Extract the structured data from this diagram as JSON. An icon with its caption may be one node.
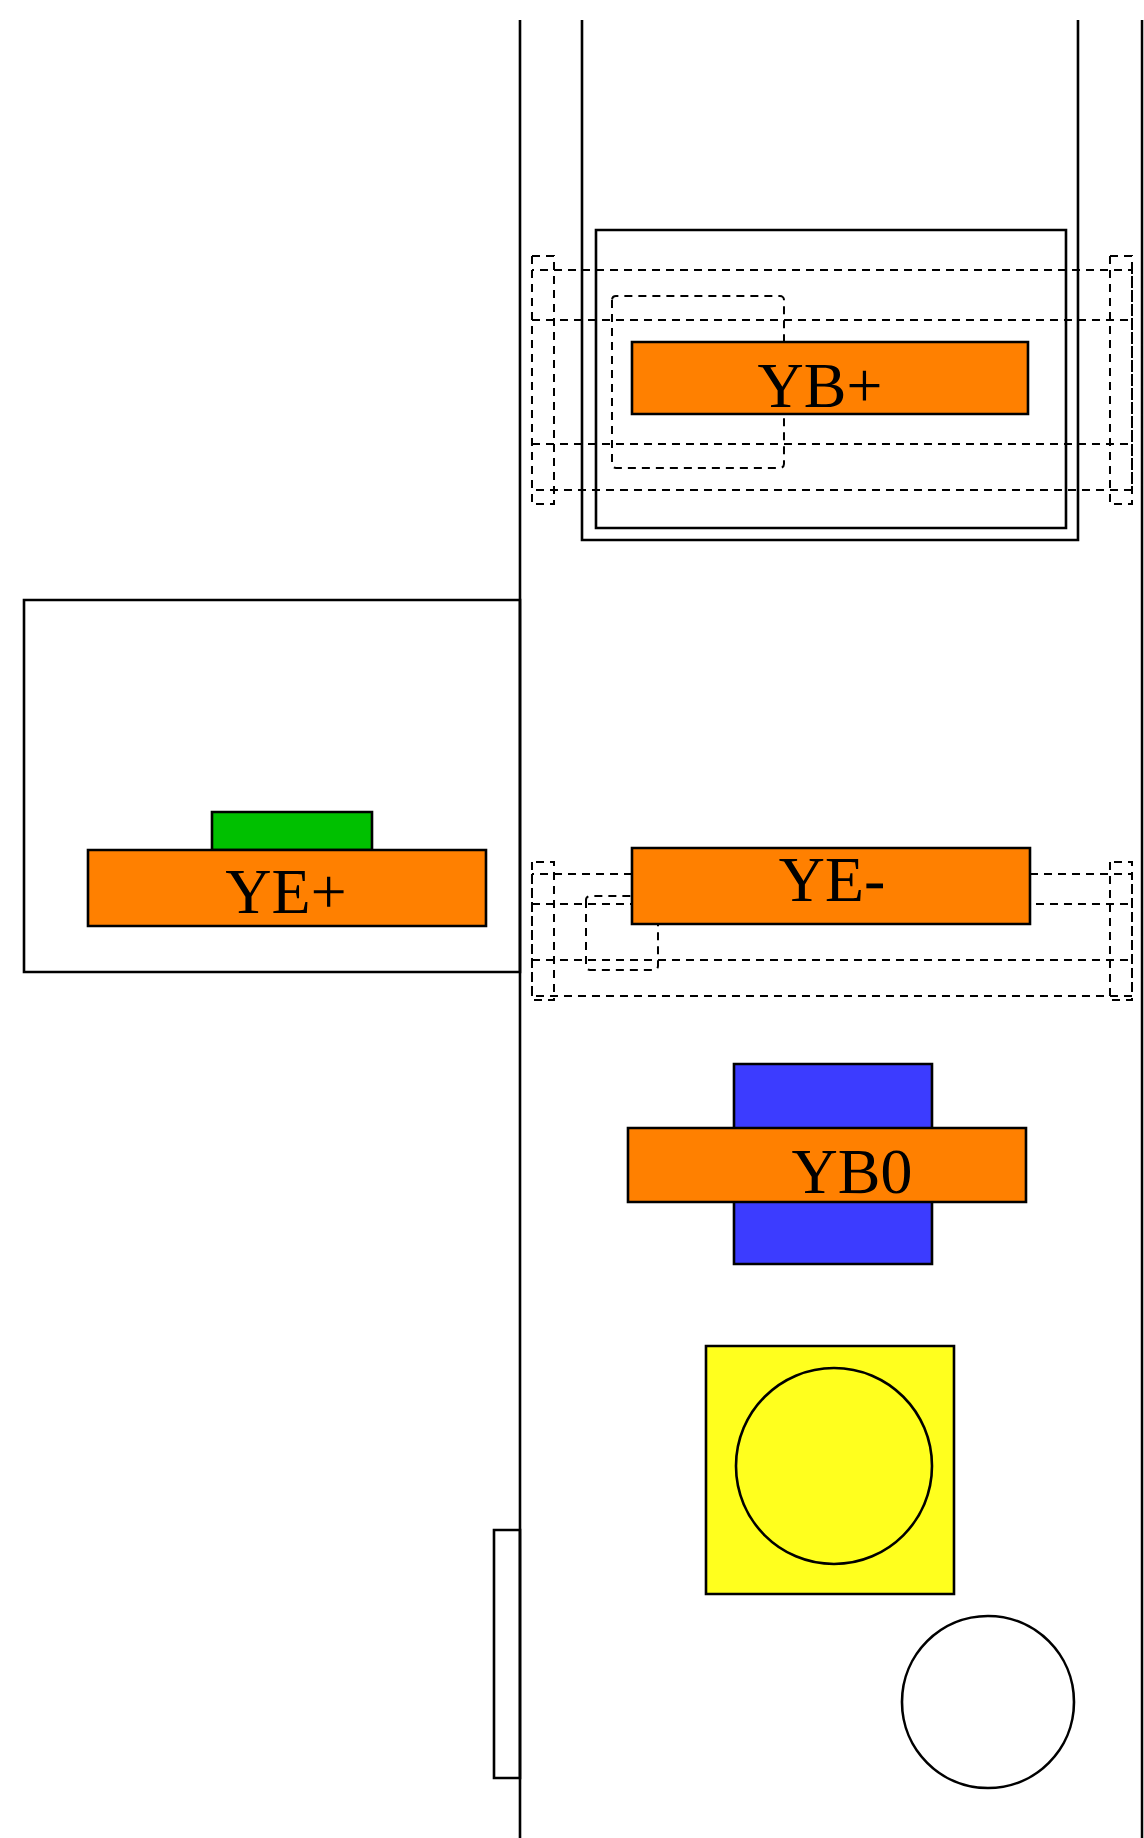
{
  "diagram": {
    "nodes": [
      {
        "text": [
          "YB+"
        ]
      },
      {
        "text": [
          "YE+"
        ]
      },
      {
        "text": [
          "YE-"
        ]
      },
      {
        "text": [
          "YB0"
        ]
      }
    ]
  }
}
